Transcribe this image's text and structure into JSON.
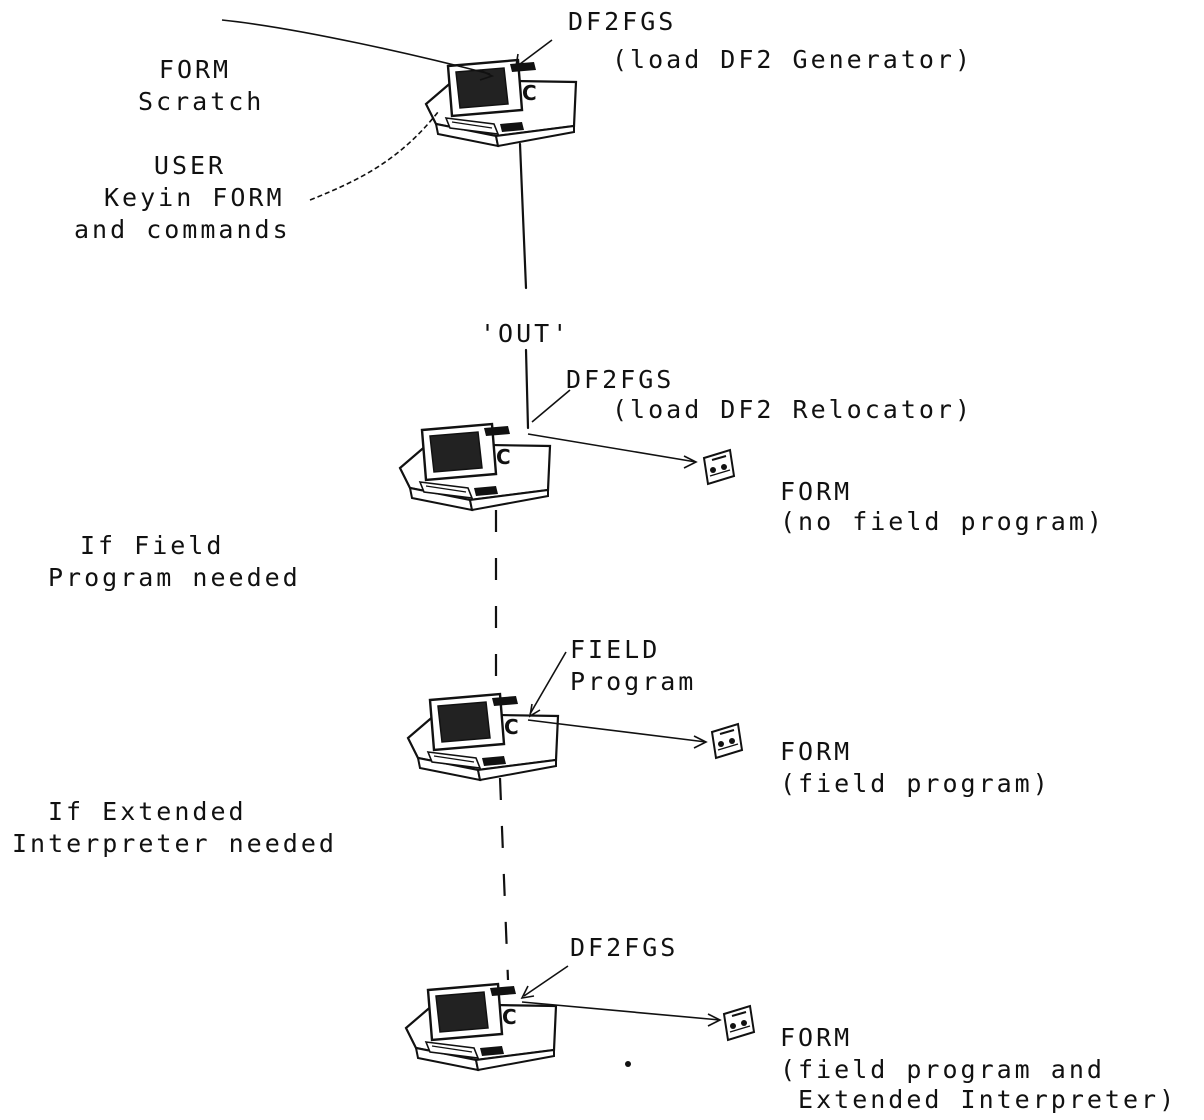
{
  "stage1": {
    "input_top": "DF2FGS",
    "input_top_desc": "(load DF2 Generator)",
    "left_title": "FORM",
    "left_sub": "Scratch",
    "user_title": "USER",
    "user_line1": "Keyin FORM",
    "user_line2": "and commands"
  },
  "out_label": "'OUT'",
  "stage2": {
    "input_top": "DF2FGS",
    "input_top_desc": "(load DF2 Relocator)",
    "output_title": "FORM",
    "output_desc": "(no field program)"
  },
  "cond1": {
    "line1": "If Field",
    "line2": "Program needed"
  },
  "stage3": {
    "input_line1": "FIELD",
    "input_line2": "Program",
    "output_title": "FORM",
    "output_desc": "(field program)"
  },
  "cond2": {
    "line1": "If Extended",
    "line2": "Interpreter needed"
  },
  "stage4": {
    "input_top": "DF2FGS",
    "output_title": "FORM",
    "output_line1": "(field program and",
    "output_line2": " Extended Interpreter)"
  },
  "icons": {
    "computer": "computer-terminal-icon",
    "cassette": "cassette-tape-icon"
  }
}
